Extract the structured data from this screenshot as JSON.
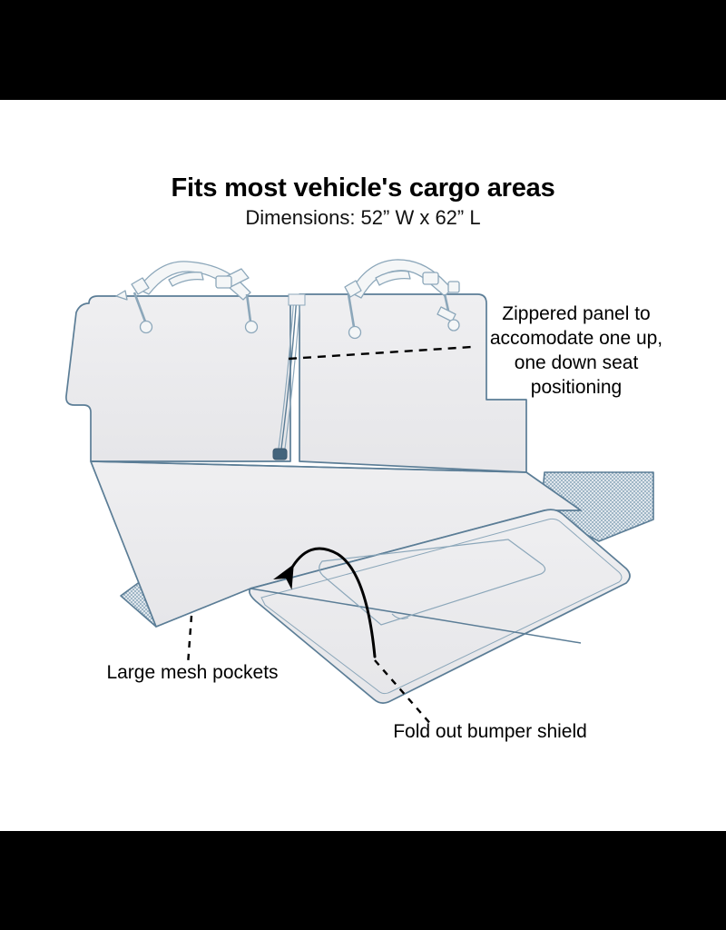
{
  "heading": {
    "title": "Fits most vehicle's cargo areas",
    "subtitle": "Dimensions: 52” W x 62” L"
  },
  "annotations": {
    "zipper": "Zippered panel to accomodate one up, one down seat positioning",
    "mesh": "Large mesh pockets",
    "bumper": "Fold out bumper shield"
  },
  "colors": {
    "panel_fill": "#eaeaec",
    "panel_fill_light": "#f0f0f2",
    "outline": "#5b7d96",
    "outline_soft": "#8ca7ba",
    "mesh_dot": "#6b8ea8",
    "mesh_base": "#dfe6ec",
    "hardware": "#44647c",
    "leader": "#000000",
    "letterbox": "#000000",
    "background": "#ffffff"
  },
  "illustration": {
    "product": "vehicle-cargo-area-pet-seat-cover",
    "parts": [
      "left-backrest-panel",
      "right-backrest-panel",
      "center-zipper",
      "seat-bottom-panel",
      "fold-out-bumper-shield",
      "left-mesh-pocket",
      "right-mesh-pocket",
      "left-strap-assembly",
      "right-strap-assembly"
    ]
  }
}
